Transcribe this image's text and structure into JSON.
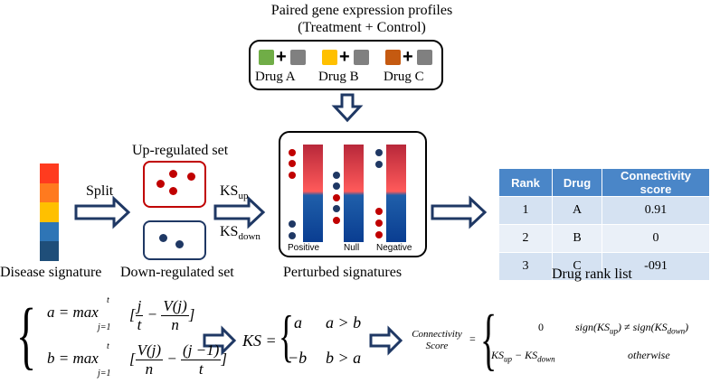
{
  "title": {
    "line1": "Paired gene expression profiles",
    "line2": "(Treatment + Control)"
  },
  "drugs": [
    {
      "label": "Drug A",
      "color": "#70ad47"
    },
    {
      "label": "Drug B",
      "color": "#ffc000"
    },
    {
      "label": "Drug C",
      "color": "#c55a11"
    }
  ],
  "control_color": "#808080",
  "plus_sign": "+",
  "disease_signature": {
    "label": "Disease signature",
    "colors": [
      "#ff3b1f",
      "#ff7a1f",
      "#ffc000",
      "#2e75b6",
      "#1f4e79"
    ]
  },
  "split_label": "Split",
  "up_set_label": "Up-regulated set",
  "down_set_label": "Down-regulated set",
  "ks_up": {
    "base": "KS",
    "sub": "up"
  },
  "ks_down": {
    "base": "KS",
    "sub": "down"
  },
  "perturbed": {
    "label": "Perturbed signatures",
    "columns": [
      "Positive",
      "Null",
      "Negative"
    ]
  },
  "rank_table": {
    "headers": [
      "Rank",
      "Drug",
      "Connectivity score"
    ],
    "rows": [
      [
        "1",
        "A",
        "0.91"
      ],
      [
        "2",
        "B",
        "0"
      ],
      [
        "3",
        "C",
        "-091"
      ]
    ],
    "caption": "Drug rank list"
  },
  "formulas": {
    "a_lhs": "a = max",
    "b_lhs": "b = max",
    "sub_limit": "j=1",
    "sup_limit": "t",
    "ks_lhs": "KS =",
    "ks_case1_value": "a",
    "ks_case1_cond": "a > b",
    "ks_case2_value": "−b",
    "ks_case2_cond": "b > a",
    "cs_label_line1": "Connectivity",
    "cs_label_line2": "Score",
    "cs_equals": "=",
    "cs_case1_value": "0",
    "cs_case1_cond": "sign(KSup) ≠ sign(KSdown)",
    "cs_case2_value": "KSup − KSdown",
    "cs_case2_cond": "otherwise"
  }
}
